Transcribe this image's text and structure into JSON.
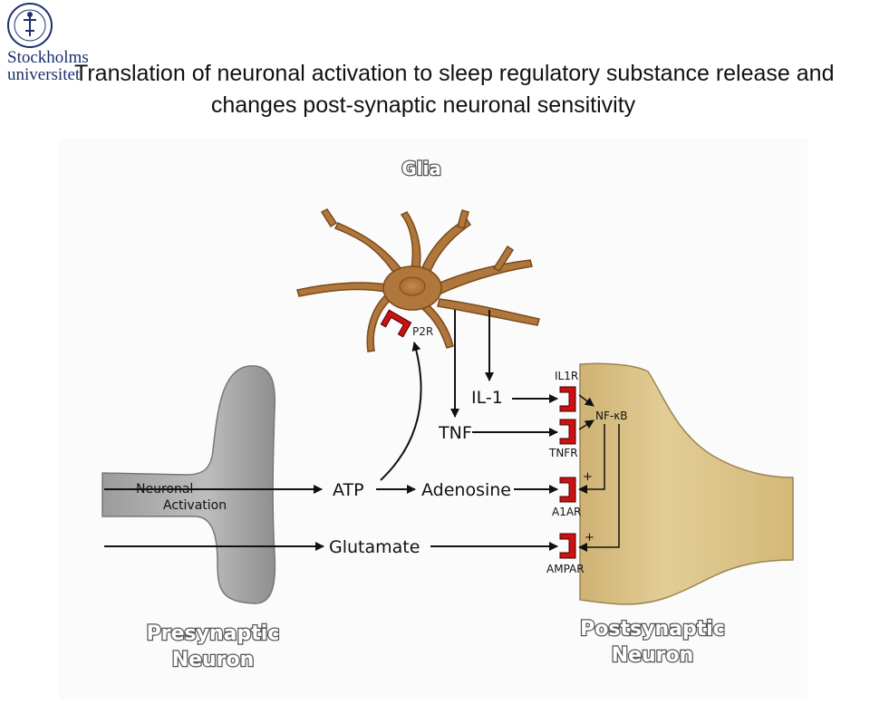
{
  "logo": {
    "line1": "Stockholms",
    "line2": "universitet"
  },
  "title": {
    "line1": "Translation of neuronal activation to sleep regulatory substance release and",
    "line2": "changes post-synaptic neuronal sensitivity"
  },
  "diagram": {
    "glia_label": "Glia",
    "p2r_label": "P2R",
    "il1_label": "IL-1",
    "tnf_label": "TNF",
    "atp_label": "ATP",
    "adenosine_label": "Adenosine",
    "glutamate_label": "Glutamate",
    "neuronal_activation": {
      "line1": "Neuronal",
      "line2": "Activation"
    },
    "receptors": {
      "il1r": "IL1R",
      "tnfr": "TNFR",
      "a1ar": "A1AR",
      "ampar": "AMPAR"
    },
    "nfkb_label": "NF-κB",
    "plus_a1ar": "+",
    "plus_ampar": "+",
    "presynaptic": {
      "line1": "Presynaptic",
      "line2": "Neuron"
    },
    "postsynaptic": {
      "line1": "Postsynaptic",
      "line2": "Neuron"
    }
  },
  "colors": {
    "presynaptic_fill": "#a9a9a9",
    "postsynaptic_fill": "#d9c083",
    "glia_fill": "#b0773c",
    "receptor_red": "#cc1111",
    "label_outline": "#555555"
  }
}
